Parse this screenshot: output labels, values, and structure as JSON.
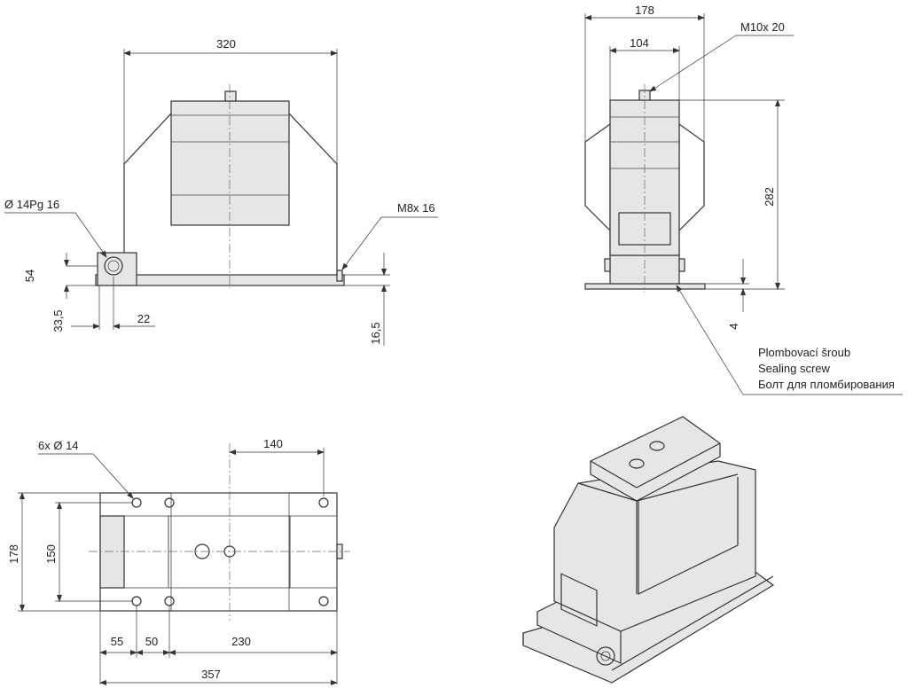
{
  "front_view": {
    "dim_width": "320",
    "dim_cable_gland": "Ø 14Pg 16",
    "dim_bolt": "M8x 16",
    "dim_height_gland": "54",
    "dim_offset_1": "33,5",
    "dim_offset_2": "22",
    "dim_base_thickness": "16,5"
  },
  "side_view": {
    "dim_width_outer": "178",
    "dim_width_inner": "104",
    "dim_top_bolt": "M10x 20",
    "dim_height": "282",
    "dim_base": "4",
    "sealing_screw_cz": "Plombovací šroub",
    "sealing_screw_en": "Sealing screw",
    "sealing_screw_ru": "Болт для пломбирования"
  },
  "top_view": {
    "holes": "6x Ø 14",
    "dim_140": "140",
    "dim_178": "178",
    "dim_150": "150",
    "dim_55": "55",
    "dim_50": "50",
    "dim_230": "230",
    "dim_357": "357"
  }
}
